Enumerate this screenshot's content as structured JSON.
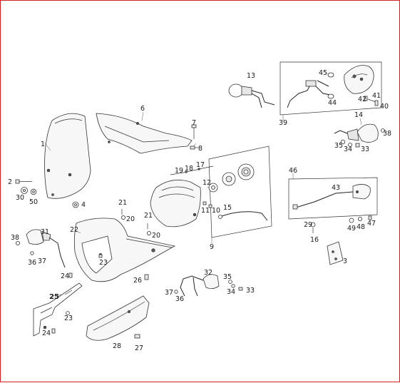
{
  "colors": {
    "frame_border": "#cc2222",
    "line": "#333333",
    "background": "#ffffff"
  },
  "labels": {
    "l1": "1",
    "l2": "2",
    "l30": "30",
    "l50": "50",
    "l4": "4",
    "l6": "6",
    "l7": "7",
    "l8": "8",
    "l13": "13",
    "l45": "45",
    "l42": "42",
    "l41": "41",
    "l40": "40",
    "l44": "44",
    "l39": "39",
    "l14": "14",
    "l38a": "38",
    "l35a": "35",
    "l34a": "34",
    "l33a": "33",
    "l19": "19",
    "l18": "18",
    "l17": "17",
    "l12": "12",
    "l11": "11",
    "l10": "10",
    "l15": "15",
    "l9": "9",
    "l46": "46",
    "l43": "43",
    "l29": "29",
    "l16": "16",
    "l49": "49",
    "l48": "48",
    "l47": "47",
    "l3": "3",
    "l21a": "21",
    "l20a": "20",
    "l21b": "21",
    "l20b": "20",
    "l22": "22",
    "l38b": "38",
    "l31": "31",
    "l36a": "36",
    "l37a": "37",
    "l23a": "23",
    "l24a": "24",
    "l25": "25",
    "l23b": "23",
    "l24b": "24",
    "l26": "26",
    "l28": "28",
    "l27": "27",
    "l32": "32",
    "l37b": "37",
    "l36b": "36",
    "l35b": "35",
    "l34b": "34",
    "l33b": "33"
  }
}
